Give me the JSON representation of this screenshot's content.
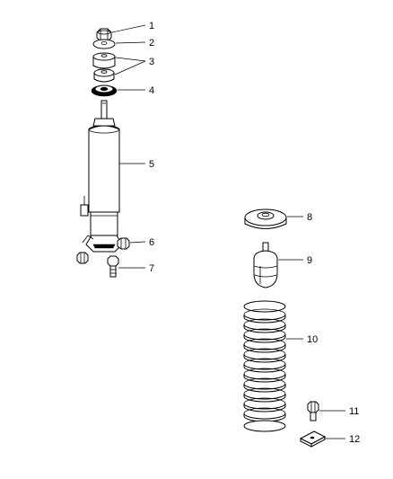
{
  "diagram": {
    "callouts": [
      {
        "id": "1",
        "label": "1"
      },
      {
        "id": "2",
        "label": "2"
      },
      {
        "id": "3",
        "label": "3"
      },
      {
        "id": "4",
        "label": "4"
      },
      {
        "id": "5",
        "label": "5"
      },
      {
        "id": "6",
        "label": "6"
      },
      {
        "id": "7",
        "label": "7"
      },
      {
        "id": "8",
        "label": "8"
      },
      {
        "id": "9",
        "label": "9"
      },
      {
        "id": "10",
        "label": "10"
      },
      {
        "id": "11",
        "label": "11"
      },
      {
        "id": "12",
        "label": "12"
      }
    ],
    "parts": [
      {
        "callout": "1",
        "icon": "nut-icon"
      },
      {
        "callout": "2",
        "icon": "washer-icon"
      },
      {
        "callout": "3",
        "icon": "bushing-icon"
      },
      {
        "callout": "4",
        "icon": "retainer-icon"
      },
      {
        "callout": "5",
        "icon": "shock-absorber-icon"
      },
      {
        "callout": "6",
        "icon": "nut-icon"
      },
      {
        "callout": "7",
        "icon": "bolt-icon"
      },
      {
        "callout": "8",
        "icon": "spring-isolator-icon"
      },
      {
        "callout": "9",
        "icon": "jounce-bumper-icon"
      },
      {
        "callout": "10",
        "icon": "coil-spring-icon"
      },
      {
        "callout": "11",
        "icon": "bolt-icon"
      },
      {
        "callout": "12",
        "icon": "bracket-icon"
      }
    ],
    "colors": {
      "line": "#000000",
      "background": "#ffffff"
    }
  }
}
